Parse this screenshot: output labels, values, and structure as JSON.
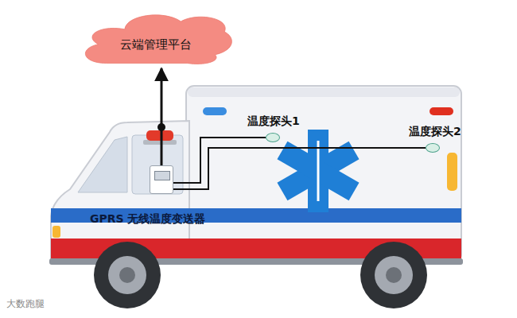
{
  "diagram": {
    "nodes": [
      {
        "text": [
          "云端管理平台"
        ]
      },
      {
        "text": [
          "GPRS 无线温度变送器"
        ]
      },
      {
        "text": [
          "温度探头1"
        ]
      },
      {
        "text": [
          "温度探头2"
        ]
      }
    ],
    "edges": [
      {
        "from": 1,
        "to": 0,
        "arrow": "to"
      },
      {
        "from": 2,
        "to": 1,
        "arrow": "none"
      },
      {
        "from": 3,
        "to": 1,
        "arrow": "none"
      }
    ],
    "labels": [
      "大数跑腿"
    ]
  }
}
